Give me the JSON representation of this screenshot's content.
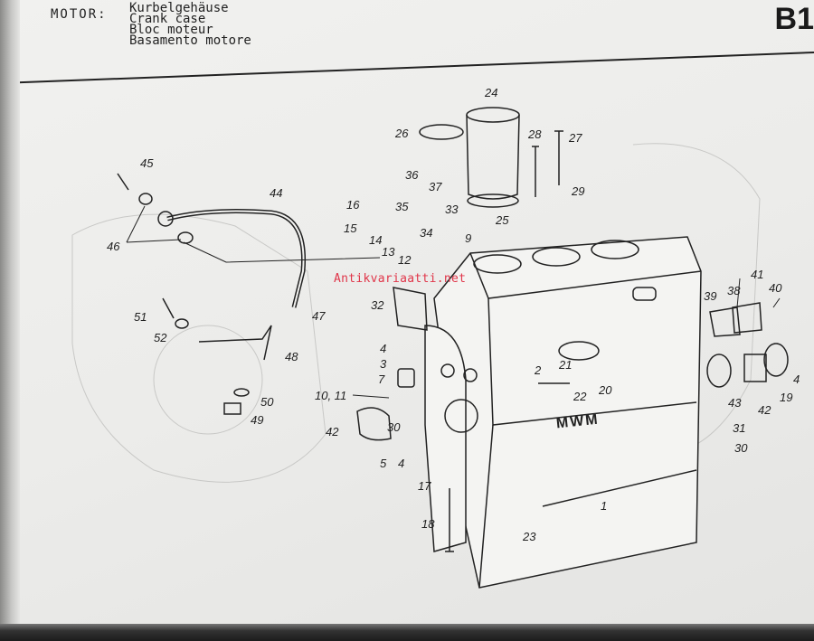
{
  "header": {
    "section": "MOTOR:",
    "titles": [
      "Kurbelgehäuse",
      "Crank case",
      "Bloc moteur",
      "Basamento motore"
    ],
    "page_code": "B1"
  },
  "watermark": "Antikvariaatti.net",
  "block_marking": "MWM",
  "part_labels": [
    "1",
    "2",
    "3",
    "4",
    "4",
    "5",
    "7",
    "9",
    "10, 11",
    "12",
    "13",
    "14",
    "15",
    "16",
    "17",
    "18",
    "19",
    "20",
    "21",
    "22",
    "23",
    "24",
    "25",
    "26",
    "27",
    "28",
    "29",
    "30",
    "30",
    "31",
    "32",
    "33",
    "34",
    "35",
    "36",
    "37",
    "38",
    "39",
    "40",
    "41",
    "42",
    "42",
    "43",
    "44",
    "45",
    "46",
    "47",
    "48",
    "49",
    "50",
    "51",
    "52",
    "4"
  ]
}
